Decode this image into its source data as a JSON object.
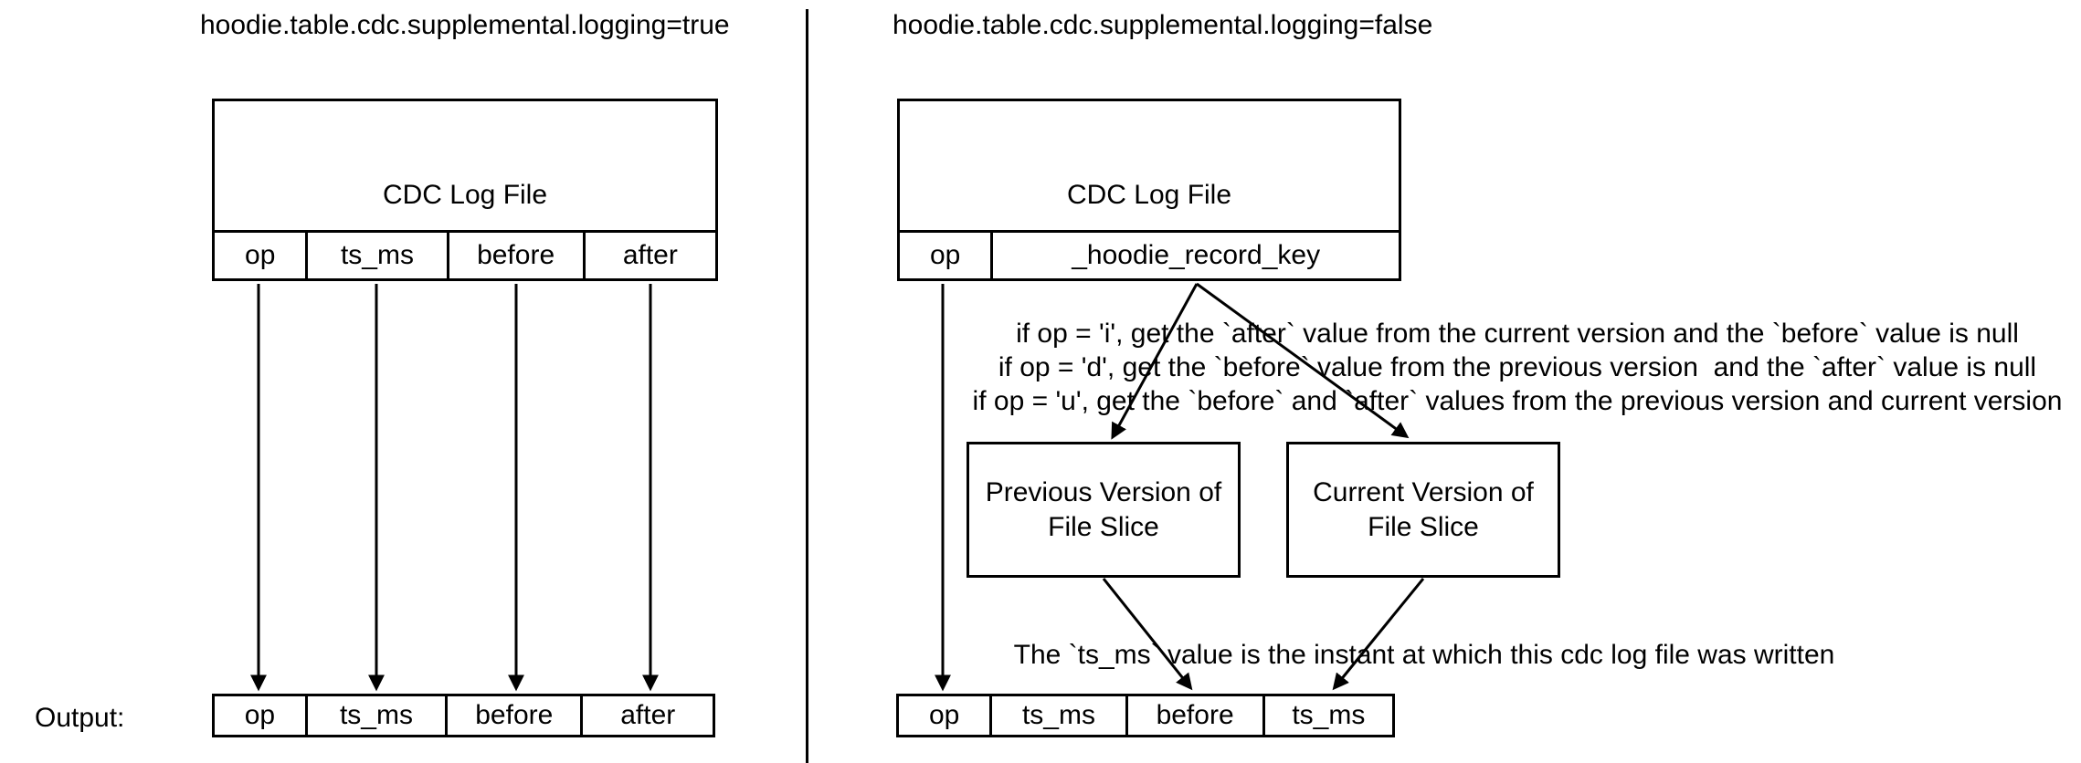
{
  "colors": {
    "ink": "#000000",
    "background": "#ffffff"
  },
  "left_panel": {
    "title": "hoodie.table.cdc.supplemental.logging=true",
    "cdc_log_file_box": {
      "title": "CDC Log File",
      "columns": [
        "op",
        "ts_ms",
        "before",
        "after"
      ]
    },
    "output_label": "Output:",
    "output_row": {
      "columns": [
        "op",
        "ts_ms",
        "before",
        "after"
      ]
    }
  },
  "right_panel": {
    "title": "hoodie.table.cdc.supplemental.logging=false",
    "cdc_log_file_box": {
      "title": "CDC Log File",
      "columns": [
        "op",
        "_hoodie_record_key"
      ]
    },
    "op_rules": [
      "if op = 'i', get the `after` value from the current version and the `before` value is null",
      "if op = 'd', get the `before` value from the previous version  and the `after` value is null",
      "if op = 'u', get the `before` and `after` values from the previous version and current version"
    ],
    "previous_version_box_label": "Previous Version of File Slice",
    "current_version_box_label": "Current Version of File Slice",
    "ts_ms_note": "The `ts_ms` value is the instant at which this cdc log file was written",
    "output_row": {
      "columns": [
        "op",
        "ts_ms",
        "before",
        "ts_ms"
      ]
    }
  }
}
